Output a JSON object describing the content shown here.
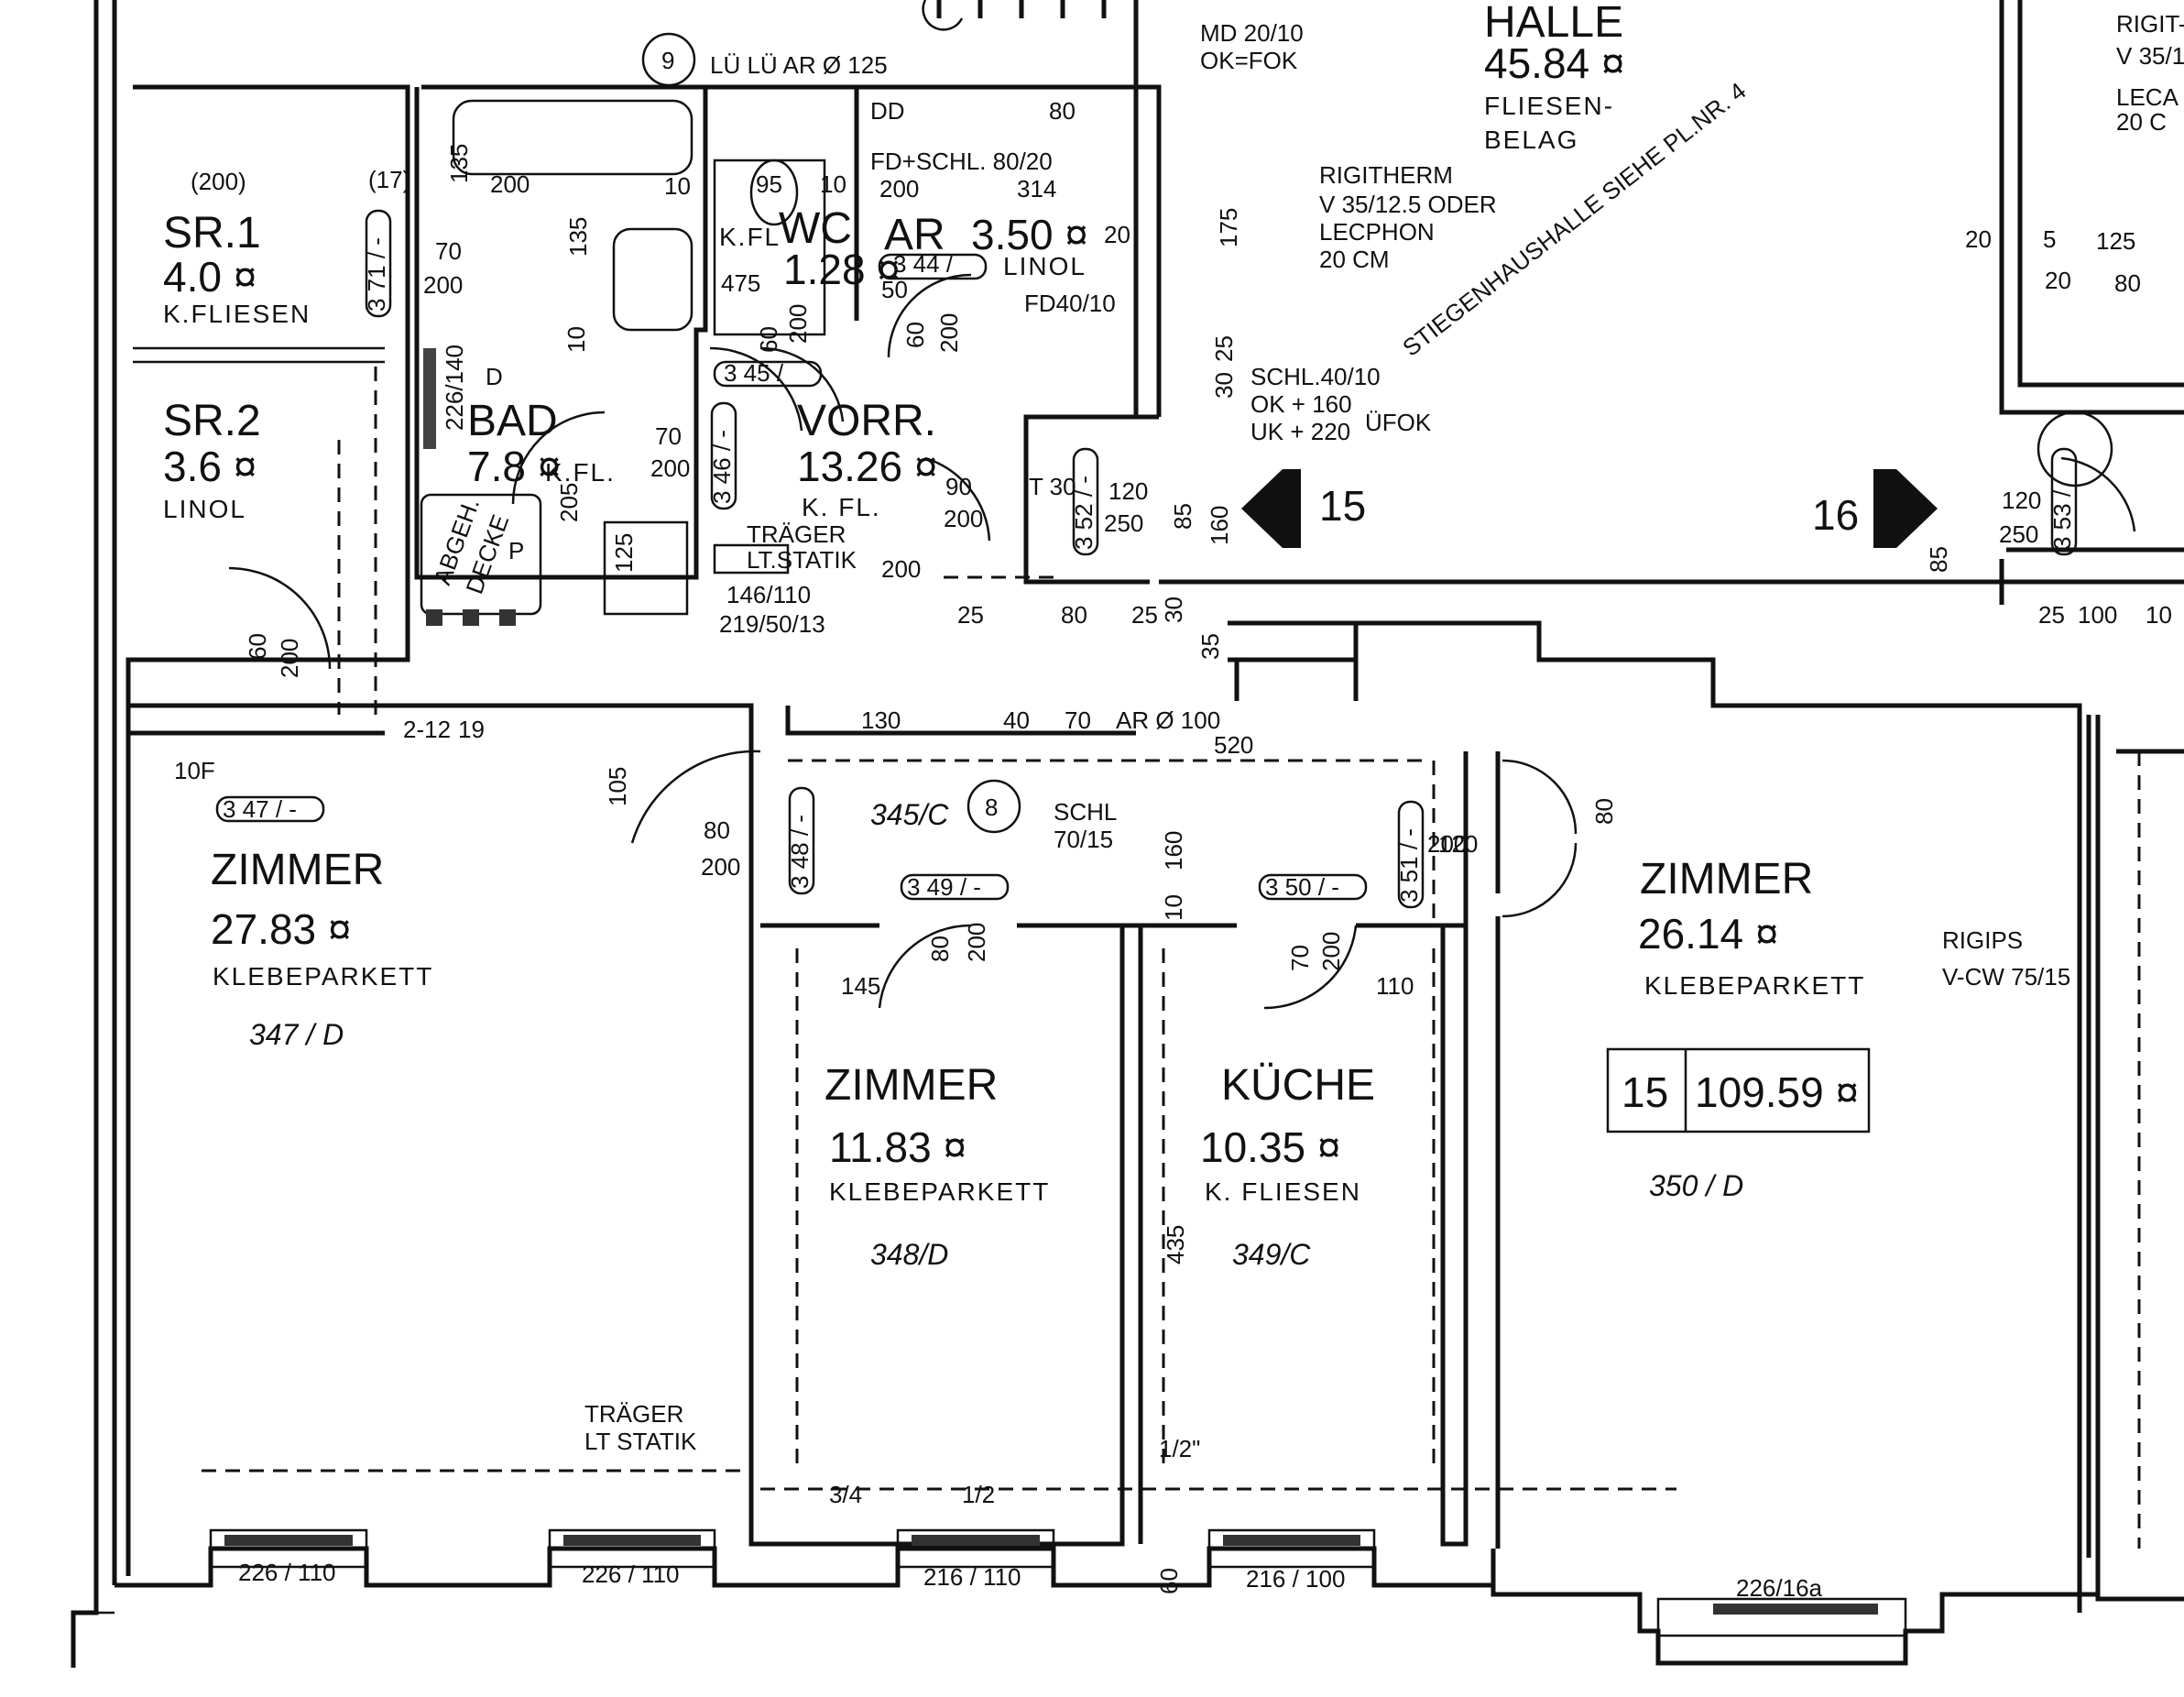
{
  "rooms": [
    {
      "id": "sr1",
      "title": "SR.1",
      "area": "4.0 ¤",
      "floor": "K.FLIESEN"
    },
    {
      "id": "sr2",
      "title": "SR.2",
      "area": "3.6 ¤",
      "floor": "LINOL"
    },
    {
      "id": "bad",
      "title": "BAD",
      "area": "7.8 ¤",
      "floor": "K.FL."
    },
    {
      "id": "wc",
      "title": "WC",
      "area": "1.28 ¤",
      "floor": "K.FL"
    },
    {
      "id": "ar",
      "title": "AR",
      "area": "3.50 ¤",
      "floor": "LINOL"
    },
    {
      "id": "vorr",
      "title": "VORR.",
      "area": "13.26 ¤",
      "floor": "K. FL."
    },
    {
      "id": "zimmer1",
      "title": "ZIMMER",
      "area": "27.83 ¤",
      "floor": "KLEBEPARKETT",
      "code": "347 / D"
    },
    {
      "id": "zimmer2",
      "title": "ZIMMER",
      "area": "11.83 ¤",
      "floor": "KLEBEPARKETT",
      "code": "348/D"
    },
    {
      "id": "kueche",
      "title": "KÜCHE",
      "area": "10.35 ¤",
      "floor": "K. FLIESEN",
      "code": "349/C"
    },
    {
      "id": "zimmer3",
      "title": "ZIMMER",
      "area": "26.14 ¤",
      "floor": "KLEBEPARKETT",
      "code": "350 / D"
    }
  ],
  "halle": {
    "title": "HALLE",
    "area": "45.84 ¤",
    "floor_line1": "FLIESEN-",
    "floor_line2": "BELAG"
  },
  "stair_note": "STIEGENHAUSHALLE SIEHE PL.NR. 4",
  "unit": {
    "number": "15",
    "area": "109.59 ¤"
  },
  "codes": {
    "vorr": "345/C",
    "circle_8": "8",
    "circle_9": "9"
  },
  "arrows": {
    "left": "15",
    "right": "16"
  },
  "notes": {
    "rigitherm": [
      "RIGITHERM",
      "V 35/12.5 ODER",
      "LECPHON",
      "20 CM"
    ],
    "md": [
      "MD 20/10",
      "OK=FOK"
    ],
    "schl": [
      "SCHL.40/10",
      "OK + 160",
      "UK + 220",
      "ÜFOK"
    ],
    "lue": "LÜ LÜ AR Ø 125",
    "traeger_top": [
      "TRÄGER",
      "LT.STATIK"
    ],
    "traeger_bottom": [
      "TRÄGER",
      "LT STATIK"
    ],
    "rigips": [
      "RIGIPS",
      "V-CW 75/15"
    ],
    "abged": [
      "ABGEH.",
      "DECKE"
    ],
    "fd_schl": [
      "FD+SCHL. 80/20",
      "200"
    ],
    "fd40": "FD40/10",
    "dd": "DD",
    "schl_70": [
      "SCHL",
      "70/15"
    ],
    "top_right": [
      "RIGIT-",
      "V 35/1",
      "LECA",
      "20 C"
    ]
  },
  "windows": [
    "226 / 110",
    "226 / 110",
    "216 / 110",
    "216 / 100",
    "226/16a"
  ],
  "dimensions": {
    "d1": "(200)",
    "d2": "70",
    "d3": "200",
    "d4": "135",
    "d5": "200",
    "d6": "10",
    "d7": "135",
    "d8": "95",
    "d9": "10",
    "d10": "475",
    "d11": "60",
    "d12": "200",
    "d13": "80",
    "d14": "20",
    "d15": "314",
    "d16": "3 44 /",
    "d17": "50",
    "d18": "60",
    "d19": "200",
    "d20": "175",
    "d21": "30",
    "d22": "25",
    "d23": "70",
    "d24": "200",
    "d25": "205",
    "d26": "125",
    "d27": "90",
    "d28": "200",
    "d29": "T 30",
    "d30": "120",
    "d31": "250",
    "d32": "85",
    "d33": "160",
    "d34": "200",
    "d35": "60",
    "d36": "200",
    "d37": "10F",
    "d38": "2-12",
    "d39": "19",
    "d40": "105",
    "d41": "130",
    "d42": "40",
    "d43": "70",
    "d44": "AR Ø 100",
    "d45": "520",
    "d46": "25",
    "d47": "80",
    "d48": "25",
    "d49": "30",
    "d50": "35",
    "d51": "80",
    "d52": "200",
    "d53": "160",
    "d54": "120",
    "d55": "200",
    "d56": "80",
    "d57": "80",
    "d58": "200",
    "d59": "145",
    "d60": "70",
    "d61": "200",
    "d62": "110",
    "d63": "10",
    "d64": "435",
    "d65": "1/2\"",
    "d66": "3/4",
    "d67": "1/2",
    "d68": "60",
    "d69": "20",
    "d70": "5",
    "d71": "125",
    "d72": "20",
    "d73": "80",
    "d74": "120",
    "d75": "250",
    "d76": "85",
    "d77": "25",
    "d78": "100",
    "d79": "10",
    "d80": "3 47 / -",
    "d81": "3 48 / -",
    "d82": "3 49 / -",
    "d83": "3 50 / -",
    "d84": "3 51 / -",
    "d85": "3 45 /",
    "d86": "3 46 / -",
    "d87": "3 52 / -",
    "d88": "3 53 /",
    "d89": "3 71 / -",
    "d90": "226/140",
    "d91": "146/110",
    "d92": "219/50/13",
    "d93": "(17)",
    "d94": "D",
    "d95": "P",
    "d96": "10"
  }
}
